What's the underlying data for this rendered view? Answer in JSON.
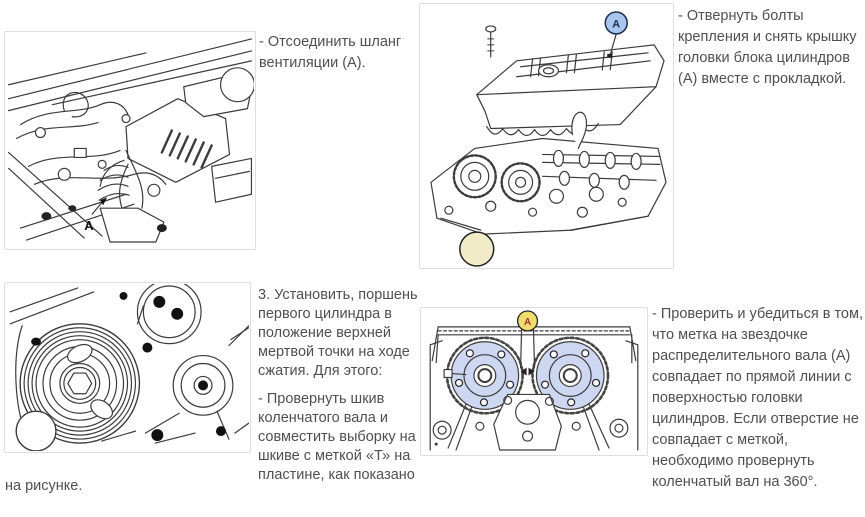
{
  "colors": {
    "background": "#ffffff",
    "text": "#4f4f4f",
    "figure_border": "#dedede",
    "line_art": "#3b3b3b",
    "balloon_blue_fill": "#a9c6ef",
    "balloon_blue_stroke": "#1d2c4d",
    "balloon_yellow_fill": "#eedd6b",
    "balloon_yellow_letter": "#a03333",
    "sprocket_fill": "#cdd7f1",
    "cream_circle_fill": "#f2ebc8"
  },
  "sections": {
    "top_left": {
      "image": {
        "inline_label": "A"
      },
      "lines": [
        "- Отсоединить шланг",
        "вентиляции (А)."
      ]
    },
    "top_right": {
      "image": {
        "marker_label": "A"
      },
      "lines": [
        "- Отвернуть болты",
        "крепления и снять крышку",
        "головки блока цилиндров",
        "(А) вместе с прокладкой."
      ]
    },
    "bottom_left": {
      "para1": [
        "3. Установить, поршень",
        "первого цилиндра в",
        "положение верхней",
        "мертвой точки на ходе",
        "сжатия. Для этого:"
      ],
      "para2": [
        "- Провернуть шкив",
        "коленчатого вала и",
        "совместить выборку на",
        "шкиве с меткой «Т» на",
        "пластине, как показано"
      ],
      "overflow": "на рисунке."
    },
    "bottom_right": {
      "image": {
        "marker_label": "A"
      },
      "lines": [
        "- Проверить и убедиться в том,",
        "что метка на звездочке",
        "распределительного вала (А)",
        "совпадает по прямой линии с",
        "поверхностью головки",
        "цилиндров. Если отверстие не",
        "совпадает с меткой,",
        "необходимо провернуть",
        "коленчатый вал на 360°."
      ]
    }
  }
}
